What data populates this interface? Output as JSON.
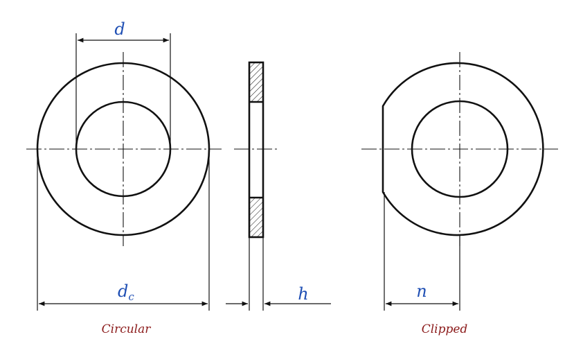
{
  "labels": {
    "d": "d",
    "dc_main": "d",
    "dc_sub": "c",
    "h": "h",
    "n": "n",
    "caption_left": "Circular",
    "caption_right": "Clipped"
  },
  "colors": {
    "dimension_text": "#1f4fb4",
    "caption_text": "#8b1a1a",
    "lines": "#111111"
  }
}
